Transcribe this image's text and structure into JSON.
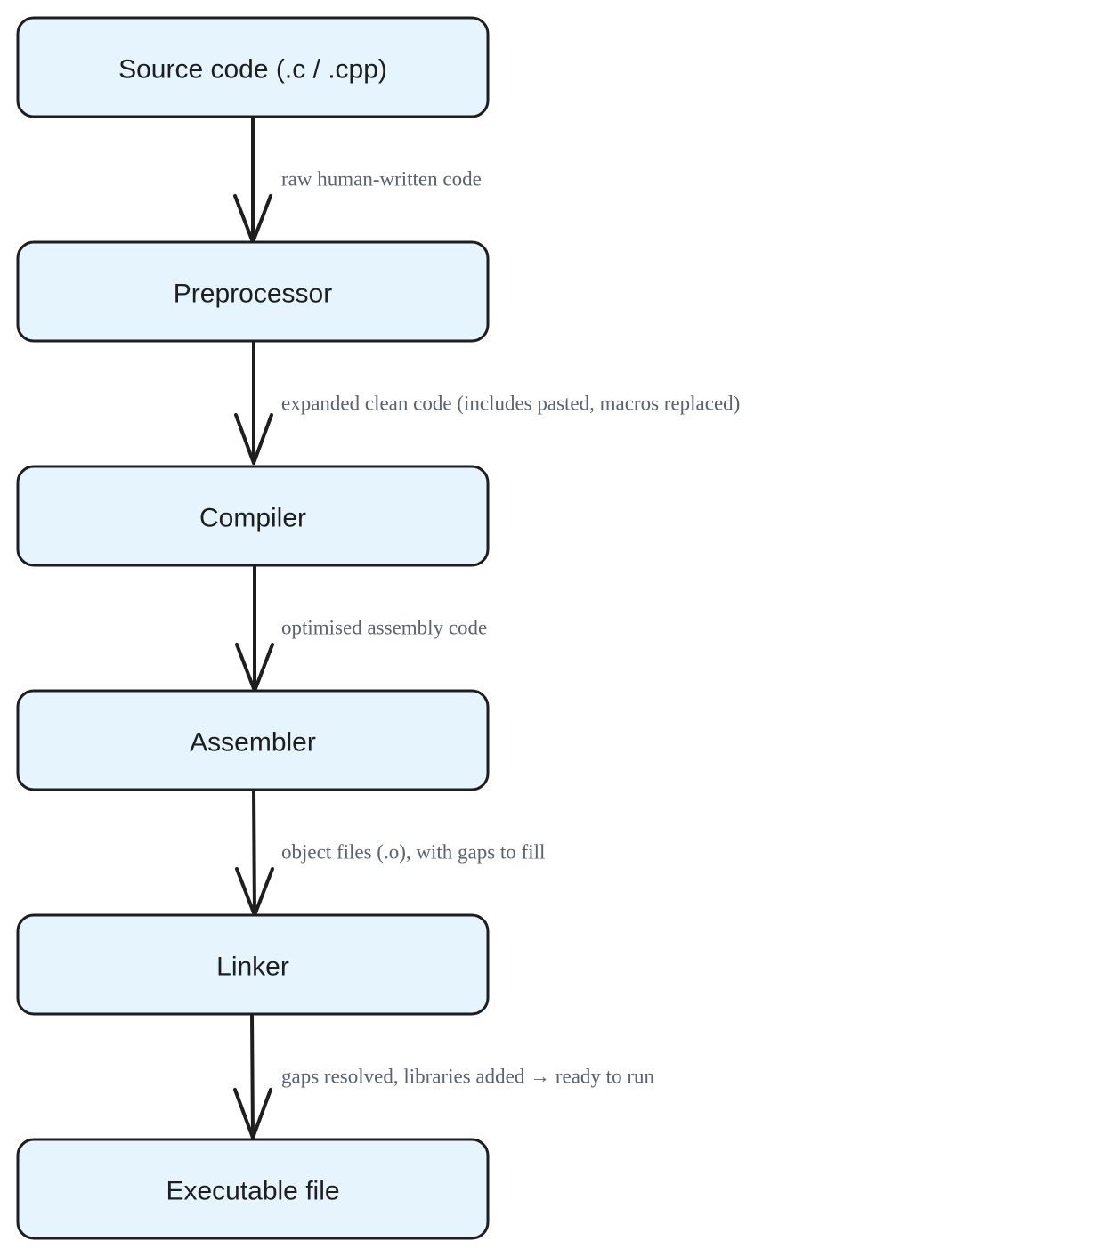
{
  "diagram": {
    "nodes": [
      {
        "id": "source",
        "label": "Source code (.c / .cpp)"
      },
      {
        "id": "preprocessor",
        "label": "Preprocessor"
      },
      {
        "id": "compiler",
        "label": "Compiler"
      },
      {
        "id": "assembler",
        "label": "Assembler"
      },
      {
        "id": "linker",
        "label": "Linker"
      },
      {
        "id": "executable",
        "label": "Executable file"
      }
    ],
    "edges": [
      {
        "from": "source",
        "to": "preprocessor",
        "label": "raw human-written code"
      },
      {
        "from": "preprocessor",
        "to": "compiler",
        "label": "expanded clean code (includes pasted, macros replaced)"
      },
      {
        "from": "compiler",
        "to": "assembler",
        "label": "optimised assembly code"
      },
      {
        "from": "assembler",
        "to": "linker",
        "label": "object files (.o), with gaps to fill"
      },
      {
        "from": "linker",
        "to": "executable",
        "label": "gaps resolved, libraries added → ready to run"
      }
    ],
    "colors": {
      "node_fill": "#e6f4fd",
      "stroke": "#1e1e1e",
      "edge_label": "#5a6270"
    }
  }
}
